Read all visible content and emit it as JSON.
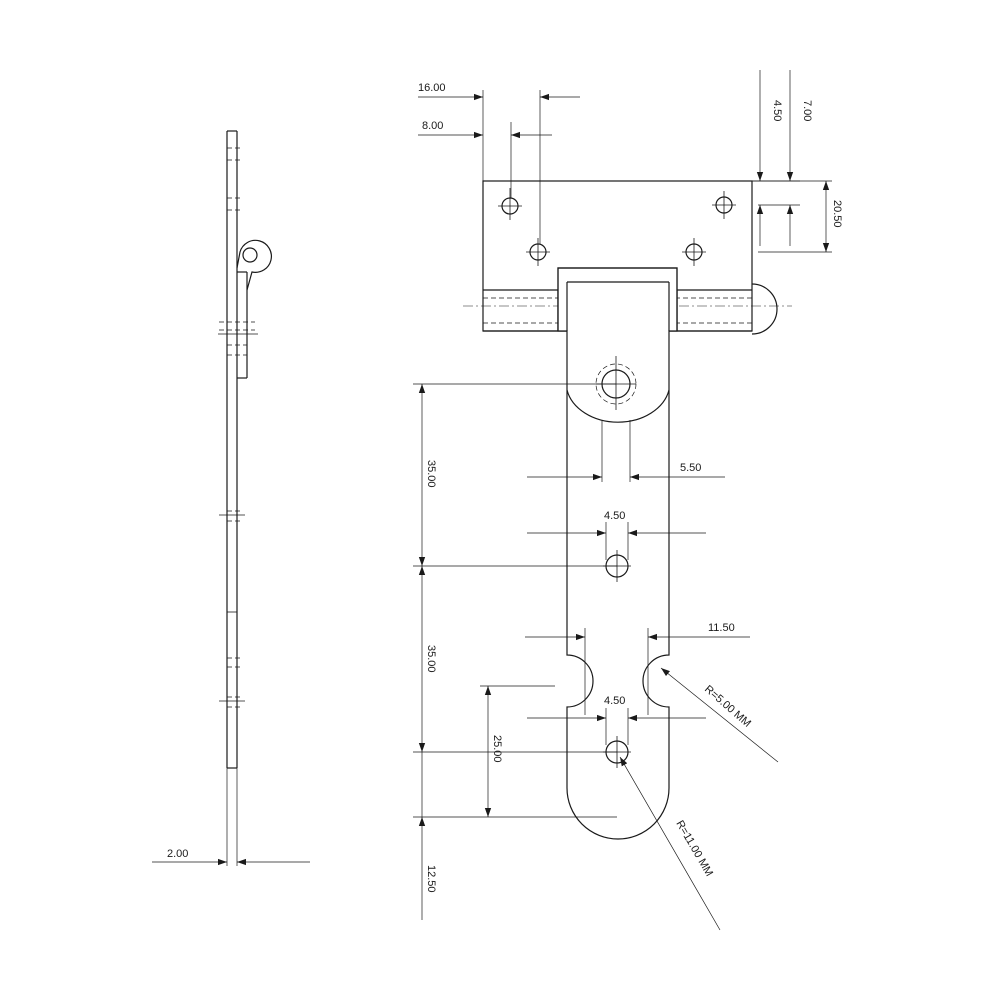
{
  "dimensions": {
    "d_16": "16.00",
    "d_8": "8.00",
    "d_4_50_top": "4.50",
    "d_7": "7.00",
    "d_20_50": "20.50",
    "d_35_a": "35.00",
    "d_5_50": "5.50",
    "d_4_50_mid": "4.50",
    "d_35_b": "35.00",
    "d_11_50": "11.50",
    "r_5": "R=5.00 MM",
    "d_4_50_low": "4.50",
    "d_25": "25.00",
    "r_11": "R=11.00 MM",
    "d_12_50": "12.50",
    "d_2": "2.00"
  }
}
